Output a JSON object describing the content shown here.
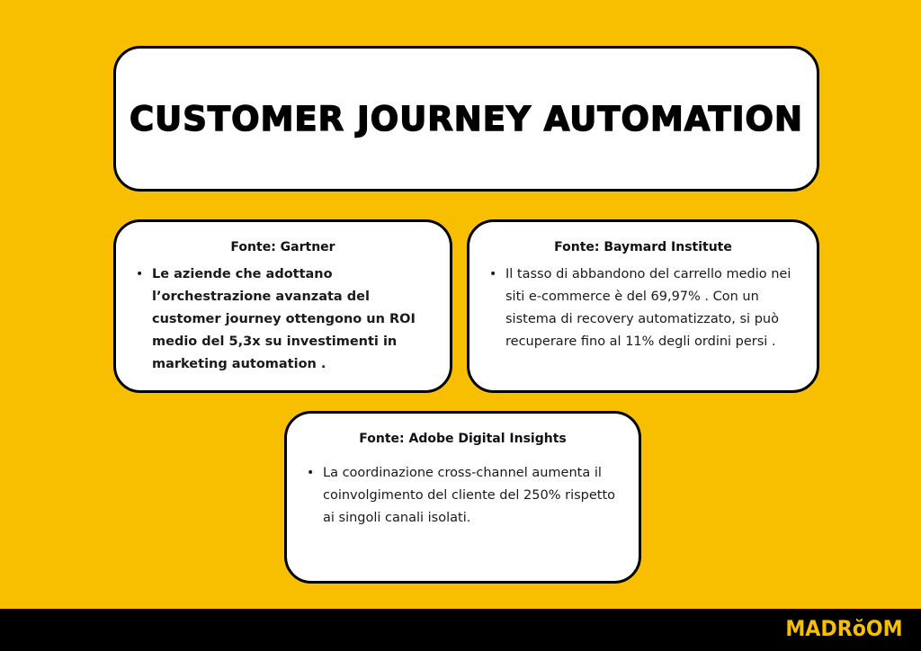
{
  "title": "CUSTOMER JOURNEY AUTOMATION",
  "cards": [
    {
      "source": "Fonte: Gartner",
      "bullets": [
        "Le aziende che adottano l’orchestrazione avanzata del customer journey ottengono un ROI medio del 5,3x su investimenti in marketing automation ."
      ]
    },
    {
      "source": "Fonte: Baymard Institute",
      "bullets": [
        "Il tasso di abbandono del carrello medio nei siti e-commerce è del 69,97% . Con un sistema di recovery automatizzato, si può recuperare fino al 11% degli ordini persi ."
      ]
    },
    {
      "source": "Fonte: Adobe Digital Insights",
      "bullets": [
        "La coordinazione cross-channel aumenta il coinvolgimento del cliente del 250% rispetto ai singoli canali isolati."
      ]
    }
  ],
  "bullet_glyph": "•",
  "footer": {
    "logo": "MADRŏOM"
  },
  "colors": {
    "background": "#f7bf00",
    "card": "#ffffff",
    "border": "#000000",
    "footer": "#000000",
    "logo": "#f7bf00"
  }
}
